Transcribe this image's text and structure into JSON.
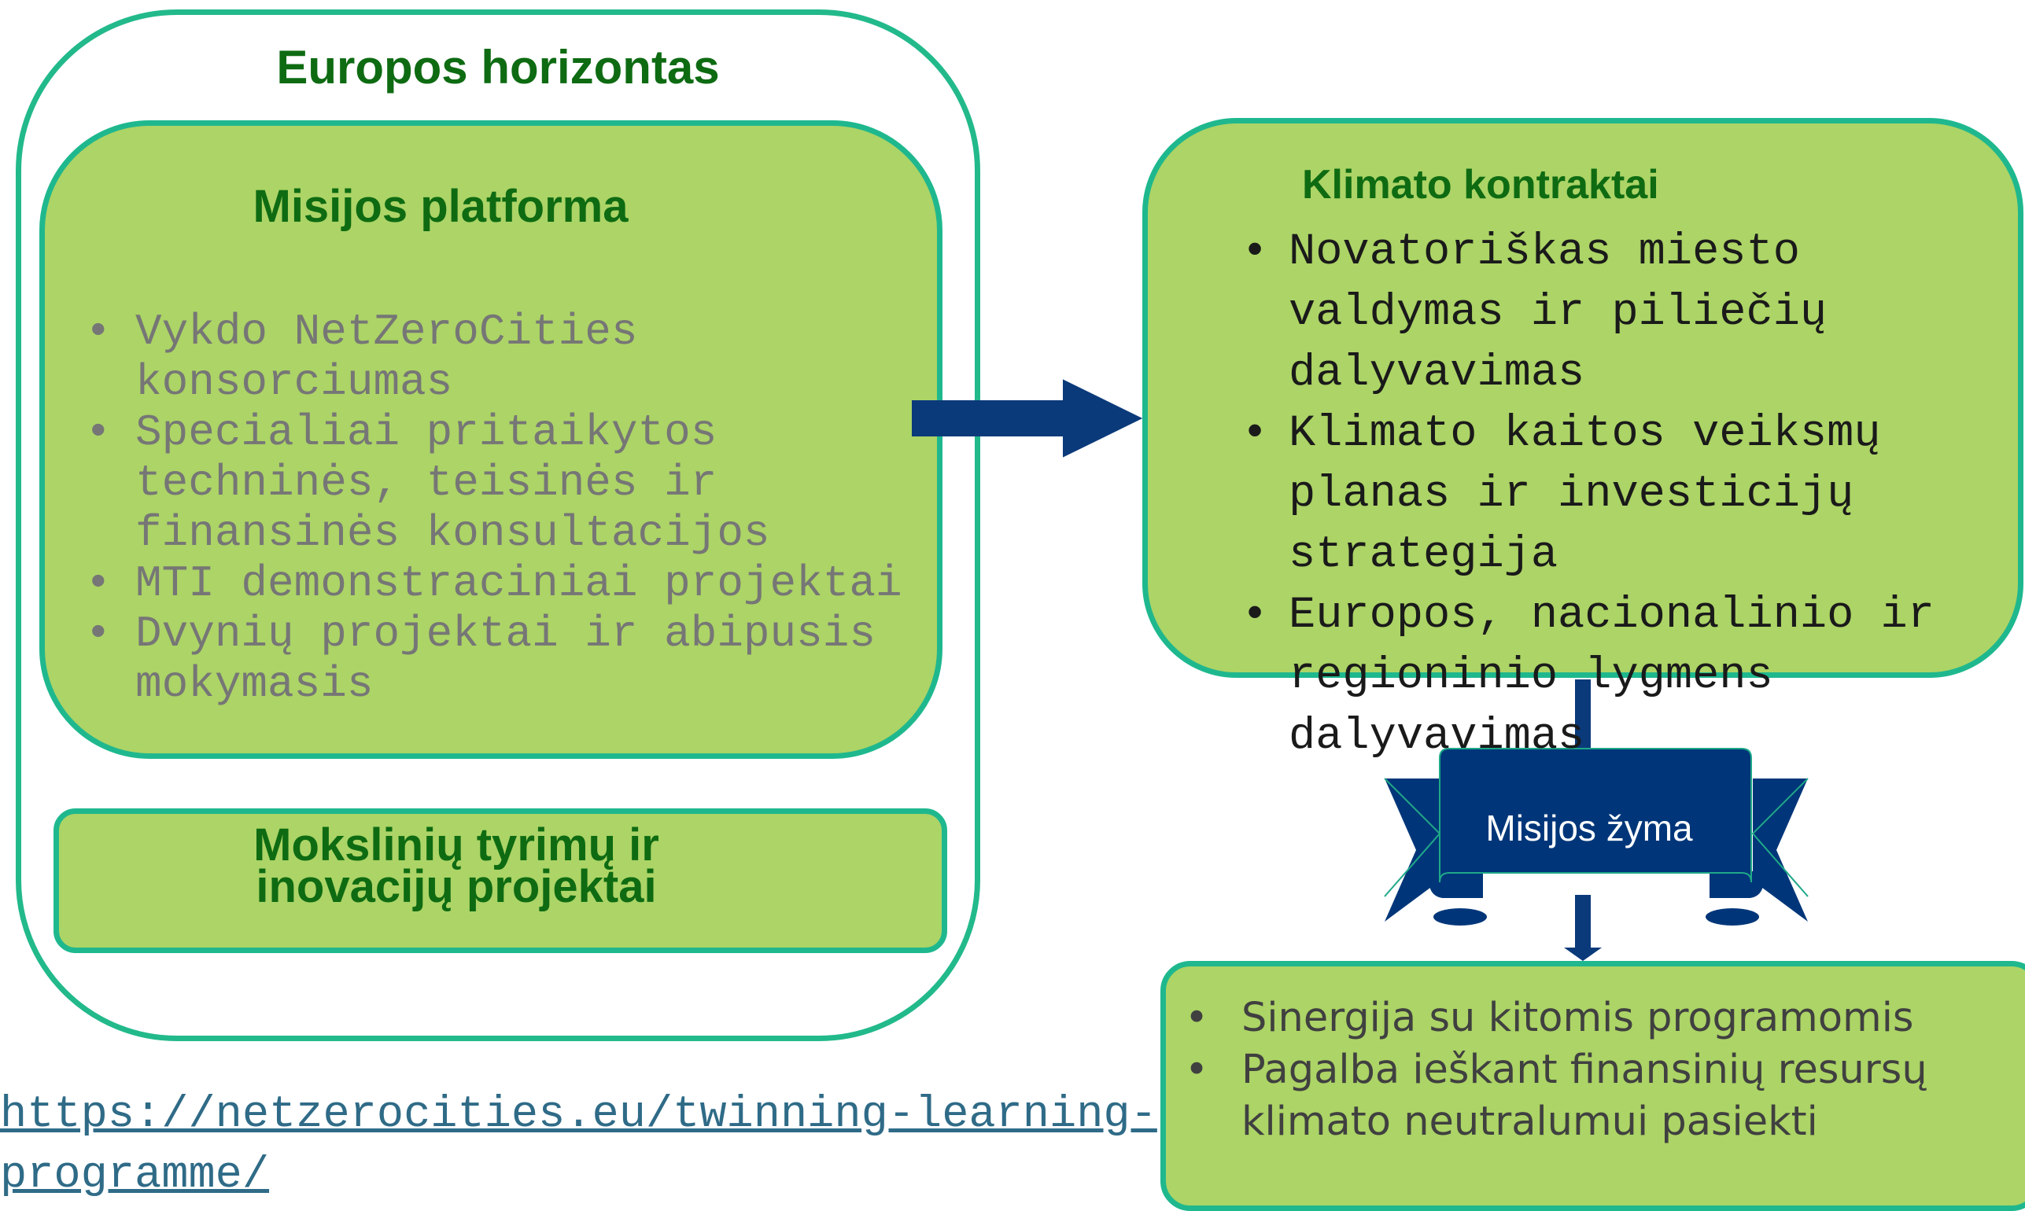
{
  "diagram": {
    "outer_title": "Europos horizontas",
    "platform": {
      "title": "Misijos platforma",
      "items": [
        "Vykdo NetZeroCities konsorciumas",
        "Specialiai pritaikytos techninės, teisinės ir finansinės konsultacijos",
        "MTI demonstraciniai projektai",
        "Dvynių projektai ir abipusis mokymasis"
      ]
    },
    "research_title": "Mokslinių tyrimų ir inovacijų projektai",
    "climate": {
      "title": "Klimato kontraktai",
      "items": [
        "Novatoriškas miesto valdymas ir piliečių dalyvavimas",
        "Klimato kaitos veiksmų planas ir investicijų strategija",
        "Europos, nacionalinio ir regioninio lygmens dalyvavimas"
      ]
    },
    "badge_label": "Misijos žyma",
    "synergy_items": [
      "Sinergija su kitomis programomis",
      "Pagalba ieškant finansinių resursų klimato neutralumui pasiekti"
    ],
    "link_text": "https://netzerocities.eu/twinning-learning-programme/",
    "bullet": "•",
    "colors": {
      "box_fill": "#acd466",
      "box_border": "#1fb88e",
      "title_green": "#0e6b12",
      "arrow_navy": "#0b3a7a",
      "badge_navy": "#003679"
    }
  }
}
